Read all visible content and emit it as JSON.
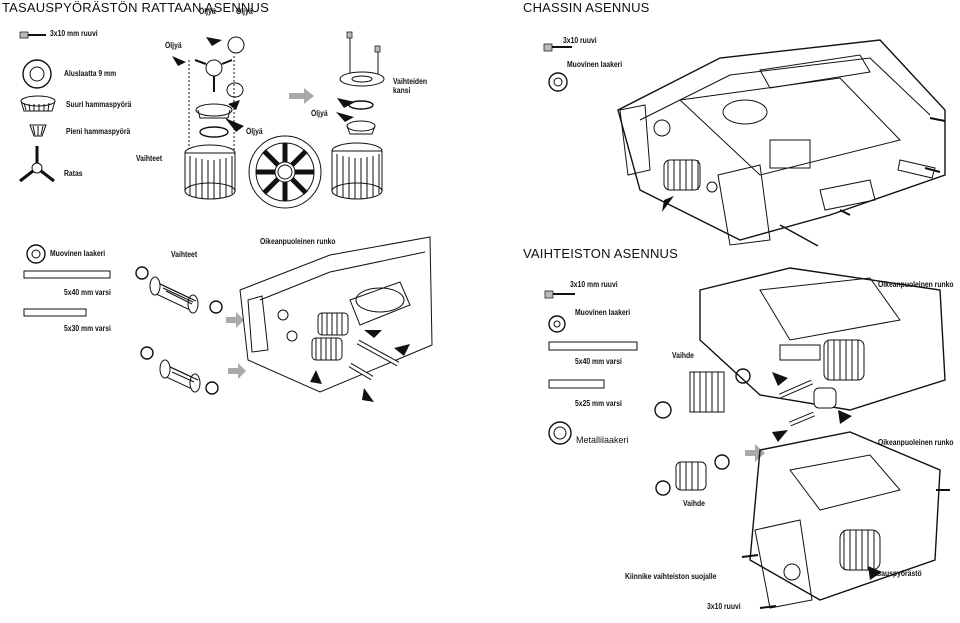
{
  "sections": {
    "diff": {
      "title": "TASAUSPYÖRÄSTÖN RATTAAN ASENNUS"
    },
    "chassis": {
      "title": "CHASSIN ASENNUS"
    },
    "gearbox": {
      "title": "VAIHTEISTON ASENNUS"
    }
  },
  "diff_parts": {
    "screw": "3x10 mm ruuvi",
    "washer": "Aluslaatta 9 mm",
    "big_gear": "Suuri hammaspyörä",
    "small_gear": "Pieni hammaspyörä",
    "ratas": "Ratas"
  },
  "diff_callouts": {
    "oil1": "Öljyä",
    "oil2": "Öljyä",
    "oil3": "Öljyä",
    "oil4": "Öljyä",
    "gears": "Vaihteet",
    "cover": "Vaihteiden kansi"
  },
  "shaft_parts": {
    "bearing": "Muovinen laakeri",
    "shaft_long": "5x40 mm varsi",
    "shaft_short": "5x30 mm varsi",
    "gears": "Vaihteet",
    "frame": "Oikeanpuoleinen runko"
  },
  "chassis_parts": {
    "screw": "3x10 ruuvi",
    "bearing": "Muovinen laakeri"
  },
  "gearbox_parts": {
    "screw": "3x10 mm ruuvi",
    "bearing": "Muovinen laakeri",
    "shaft_long": "5x40 mm varsi",
    "shaft_short": "5x25 mm varsi",
    "metal_bearing": "Metallilaakeri",
    "gear1": "Vaihde",
    "gear2": "Vaihde",
    "frame1": "Oikeanpuoleinen runko",
    "frame2": "Oikeanpuoleinen runko",
    "mount": "Kiinnike vaihteiston suojalle",
    "diff_gear": "Tasauspyörästö",
    "screw2": "3x10 ruuvi"
  }
}
